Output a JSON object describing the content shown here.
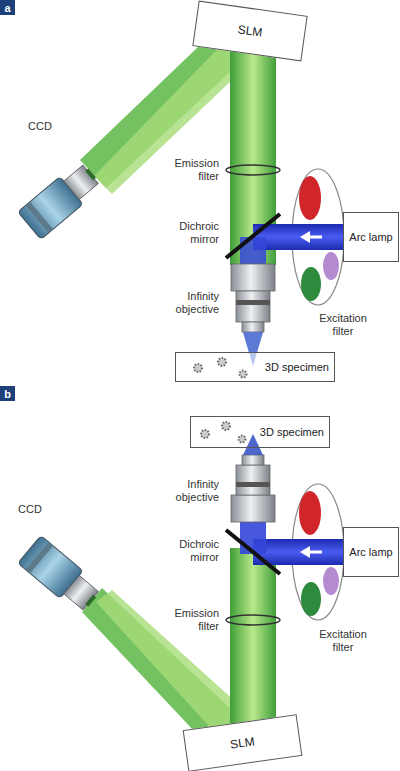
{
  "diagram": {
    "nodes": [
      {
        "text": [
          "a"
        ]
      },
      {
        "text": [
          "SLM"
        ]
      },
      {
        "text": [
          "Arc lamp"
        ]
      },
      {
        "text": [
          "3D specimen"
        ]
      },
      {
        "text": [
          "b"
        ]
      },
      {
        "text": [
          "3D specimen"
        ]
      },
      {
        "text": [
          "Arc lamp"
        ]
      },
      {
        "text": [
          "SLM"
        ]
      }
    ],
    "labels": [
      "CCD",
      "Emission filter",
      "Dichroic mirror",
      "Infinity objective",
      "Excitation filter",
      "CCD",
      "Infinity objective",
      "Dichroic mirror",
      "Emission filter",
      "Excitation filter"
    ]
  }
}
